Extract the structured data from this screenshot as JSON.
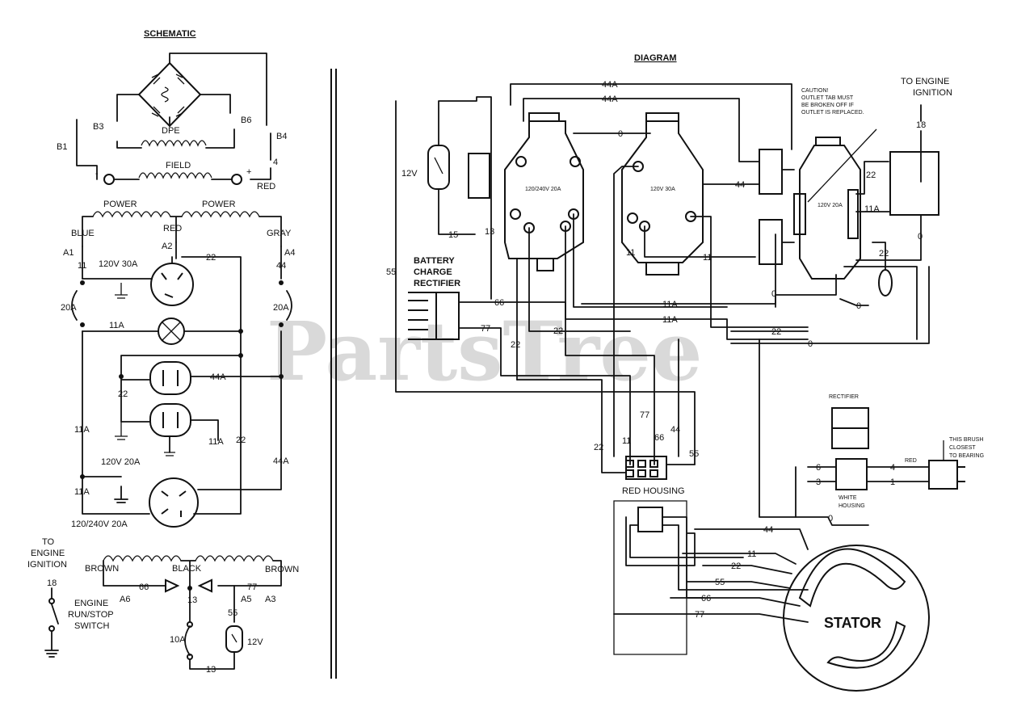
{
  "watermark": "PartsTree",
  "titles": {
    "schematic": "SCHEMATIC",
    "diagram": "DIAGRAM"
  },
  "schematic": {
    "dpe": "DPE",
    "field": "FIELD",
    "field_minus": "-",
    "field_plus": "+",
    "b1": "B1",
    "b3": "B3",
    "b4": "B4",
    "b6": "B6",
    "wire_4": "4",
    "red": "RED",
    "power_left": "POWER",
    "power_right": "POWER",
    "blue": "BLUE",
    "red_mid": "RED",
    "gray": "GRAY",
    "a1": "A1",
    "a2": "A2",
    "a4": "A4",
    "w11": "11",
    "w22": "22",
    "w44": "44",
    "r30a": "120V 30A",
    "fuse20a_l": "20A",
    "fuse20a_r": "20A",
    "w11a_mid": "11A",
    "w44a_dup": "44A",
    "w22_dup": "22",
    "w11a_left": "11A",
    "w11a_dup": "11A",
    "w22_right": "22",
    "w44a_right": "44A",
    "r20a": "120V 20A",
    "w11a_bot": "11A",
    "r240": "120/240V 20A",
    "to_engine": "TO",
    "engine": "ENGINE",
    "ignition": "IGNITION",
    "w18": "18",
    "switch1": "ENGINE",
    "switch2": "RUN/STOP",
    "switch3": "SWITCH",
    "brown_l": "BROWN",
    "black": "BLACK",
    "brown_r": "BROWN",
    "w66": "66",
    "w77": "77",
    "a6": "A6",
    "a5": "A5",
    "a3": "A3",
    "w13": "13",
    "w55": "55",
    "fuse10a": "10A",
    "v12": "12V",
    "w13b": "13"
  },
  "diagram": {
    "w44a_top": "44A",
    "w44a_2": "44A",
    "w0_top": "0",
    "caution1": "CAUTION!",
    "caution2": "OUTLET TAB MUST",
    "caution3": "BE BROKEN OFF IF",
    "caution4": "OUTLET IS REPLACED.",
    "to_engine": "TO ENGINE",
    "ignition": "IGNITION",
    "w18": "18",
    "v12": "12V",
    "w15": "15",
    "w13": "13",
    "w55": "55",
    "batt1": "BATTERY",
    "batt2": "CHARGE",
    "batt3": "RECTIFIER",
    "w66": "66",
    "w77": "77",
    "w22a": "22",
    "w22b": "22",
    "w11": "11",
    "w11b": "11",
    "w11a_a": "11A",
    "w11a_b": "11A",
    "w44": "44",
    "w22c": "22",
    "w22d": "22",
    "w11a_c": "11A",
    "w0a": "0",
    "w0b": "0",
    "w0c": "0",
    "w0d": "0",
    "w22e": "22",
    "r1_label": "120/240V 20A",
    "r2_label": "120V 30A",
    "r3_label": "120V 20A",
    "bottom_wires": [
      "22",
      "11",
      "77",
      "66",
      "44",
      "55"
    ],
    "red_housing": "RED HOUSING",
    "white_housing1": "WHITE",
    "white_housing2": "HOUSING",
    "rectifier": "RECTIFIER",
    "brush1": "THIS BRUSH",
    "brush2": "CLOSEST",
    "brush3": "TO BEARING",
    "red_small": "RED",
    "w4": "4",
    "w1": "1",
    "w6": "6",
    "w3": "3",
    "st_44": "44",
    "st_11": "11",
    "st_22": "22",
    "st_55": "55",
    "st_66": "66",
    "st_77": "77",
    "st_0": "0",
    "stator": "STATOR"
  }
}
